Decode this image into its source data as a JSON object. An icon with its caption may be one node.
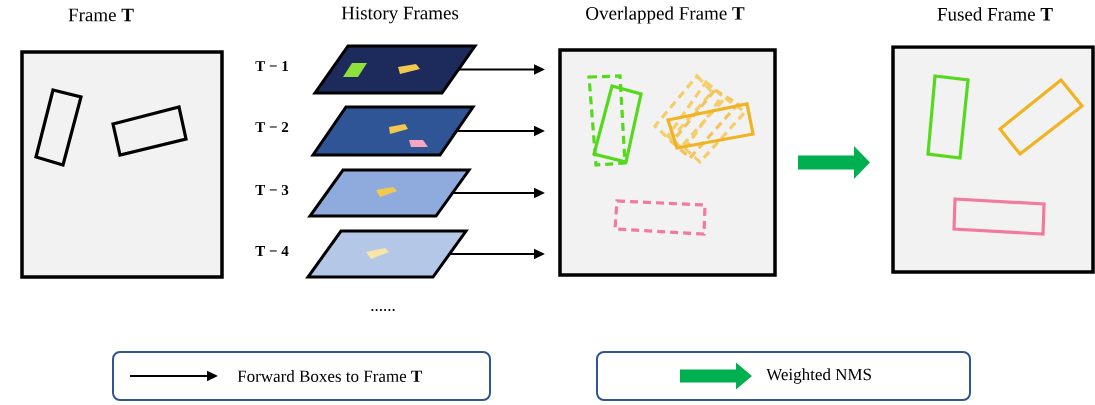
{
  "diagram": {
    "nodes": [
      {
        "text": [
          "Frame **T**"
        ]
      },
      {
        "text": [],
        "shape": "parallelogram",
        "beside": [
          "T − 1"
        ]
      },
      {
        "text": [],
        "shape": "parallelogram",
        "beside": [
          "T − 2"
        ]
      },
      {
        "text": [],
        "shape": "parallelogram",
        "beside": [
          "T − 3"
        ]
      },
      {
        "text": [],
        "shape": "parallelogram",
        "beside": [
          "T − 4"
        ]
      },
      {
        "text": [
          "Overlapped Frame **T**"
        ]
      },
      {
        "text": [
          "Fused Frame **T**"
        ]
      }
    ],
    "edges": [
      {
        "from": 1,
        "to": 5,
        "arrow": "to"
      },
      {
        "from": 2,
        "to": 5,
        "arrow": "to"
      },
      {
        "from": 3,
        "to": 5,
        "arrow": "to"
      },
      {
        "from": 4,
        "to": 5,
        "arrow": "to"
      },
      {
        "from": 5,
        "to": 6,
        "arrow": "to",
        "style": "thick",
        "color": "#00b050"
      }
    ],
    "labels": [
      "History Frames",
      "......"
    ],
    "legend": [
      {
        "text": "Forward Boxes to Frame **T**"
      },
      {
        "text": "Weighted NMS"
      }
    ]
  }
}
